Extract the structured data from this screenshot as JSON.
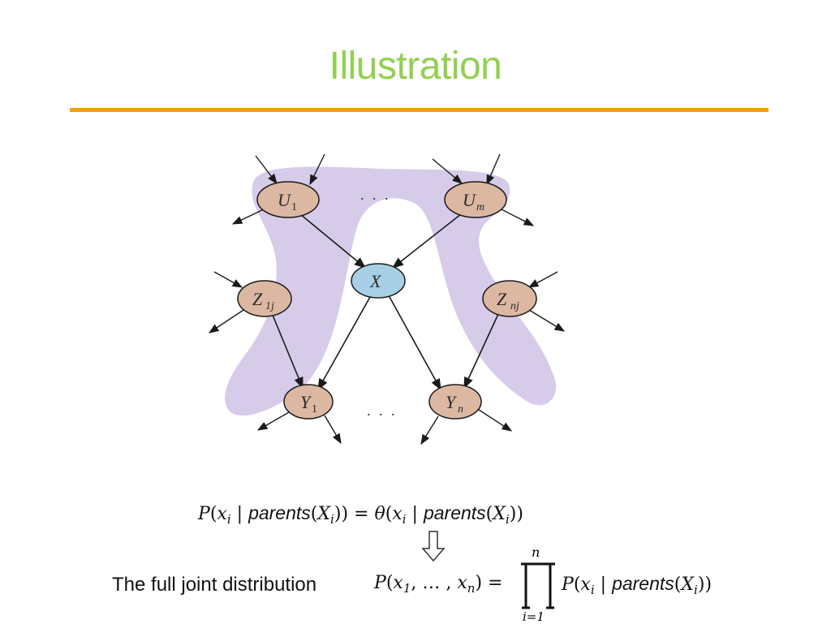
{
  "slide": {
    "title": "Illustration"
  },
  "colors": {
    "title": "#92d050",
    "rule": "#f39c12",
    "markov_blanket": "#d7cbea",
    "node_fill": "#dcb8a3",
    "node_x_fill": "#a7d0e6",
    "edge": "#1a1a1a"
  },
  "diagram": {
    "nodes": [
      {
        "id": "U1",
        "base": "U",
        "sub": "1",
        "sub_italic": false
      },
      {
        "id": "Um",
        "base": "U",
        "sub": "m",
        "sub_italic": true
      },
      {
        "id": "X",
        "base": "X",
        "sub": "",
        "sub_italic": false
      },
      {
        "id": "Z1j",
        "base": "Z",
        "sub": "1j",
        "sub_italic": true
      },
      {
        "id": "Znj",
        "base": "Z",
        "sub": "nj",
        "sub_italic": true
      },
      {
        "id": "Y1",
        "base": "Y",
        "sub": "1",
        "sub_italic": false
      },
      {
        "id": "Yn",
        "base": "Y",
        "sub": "n",
        "sub_italic": true
      }
    ],
    "edges": [
      [
        "U1",
        "X"
      ],
      [
        "Um",
        "X"
      ],
      [
        "X",
        "Y1"
      ],
      [
        "X",
        "Yn"
      ],
      [
        "Z1j",
        "Y1"
      ],
      [
        "Znj",
        "Yn"
      ]
    ],
    "ellipsis_top": ". . .",
    "ellipsis_bottom": ". . ."
  },
  "equations": {
    "local": {
      "lhs_P": "P",
      "x": "x",
      "i": "i",
      "bar": "|",
      "parents": "parents",
      "X": "X",
      "theta": "θ"
    },
    "implies_icon": "down-arrow-outline-icon",
    "joint_label": "The full joint distribution",
    "joint": {
      "P": "P",
      "args": "x",
      "sub1": "1",
      "ellipsis": "…",
      "subn": "n",
      "product_upper": "n",
      "product_lower": "i=1"
    }
  }
}
